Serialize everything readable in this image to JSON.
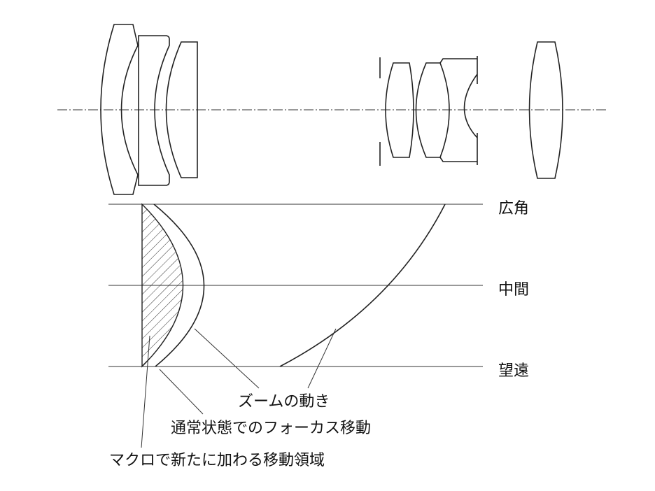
{
  "positions": {
    "wide": "広角",
    "middle": "中間",
    "tele": "望遠"
  },
  "annotations": {
    "zoom_movement": "ズームの動き",
    "normal_focus": "通常状態でのフォーカス移動",
    "macro_area": "マクロで新たに加わる移動領域"
  }
}
